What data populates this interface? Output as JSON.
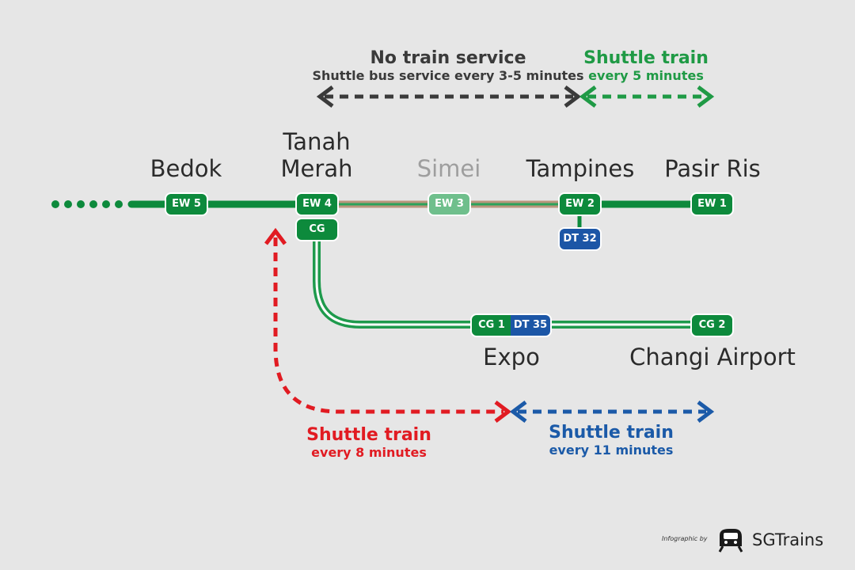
{
  "stations": {
    "bedok": "Bedok",
    "tanah_merah_1": "Tanah",
    "tanah_merah_2": "Merah",
    "simei": "Simei",
    "tampines": "Tampines",
    "pasir_ris": "Pasir Ris",
    "expo": "Expo",
    "changi_airport": "Changi Airport"
  },
  "codes": {
    "ew5": "EW 5",
    "ew4": "EW 4",
    "cg": "CG",
    "ew3": "EW 3",
    "ew2": "EW 2",
    "dt32": "DT 32",
    "ew1": "EW 1",
    "cg1": "CG 1",
    "dt35": "DT 35",
    "cg2": "CG 2"
  },
  "notes": {
    "no_service_title": "No train service",
    "no_service_sub": "Shuttle bus service every 3-5 minutes",
    "shuttle_green_title": "Shuttle train",
    "shuttle_green_sub": "every 5 minutes",
    "shuttle_red_title": "Shuttle train",
    "shuttle_red_sub": "every 8 minutes",
    "shuttle_blue_title": "Shuttle train",
    "shuttle_blue_sub": "every 11 minutes"
  },
  "credit": {
    "label": "Infographic by",
    "brand": "SGTrains",
    "logo_icon": "train-logo-icon"
  },
  "colors": {
    "background": "#e6e6e6",
    "ew_line": "#0d8a3c",
    "closed_segment": "#b9967c",
    "dt_line": "#1c56a6",
    "shuttle_green": "#1f9a45",
    "shuttle_red": "#e11b22",
    "shuttle_blue": "#1b5aa8",
    "shuttle_bus": "#3a3a3a"
  }
}
